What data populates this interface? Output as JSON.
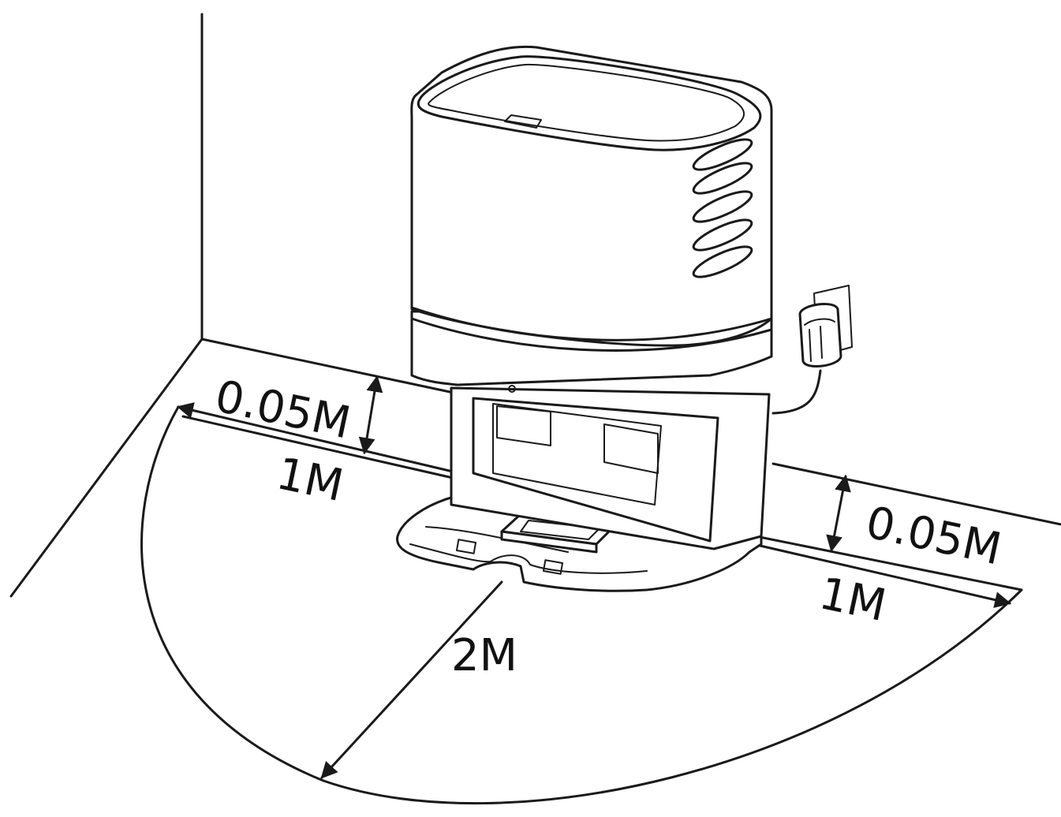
{
  "diagram": {
    "labels": {
      "left_side_gap": "0.05M",
      "left_side_clearance": "1M",
      "right_side_gap": "0.05M",
      "right_side_clearance": "1M",
      "front_clearance": "2M"
    }
  }
}
